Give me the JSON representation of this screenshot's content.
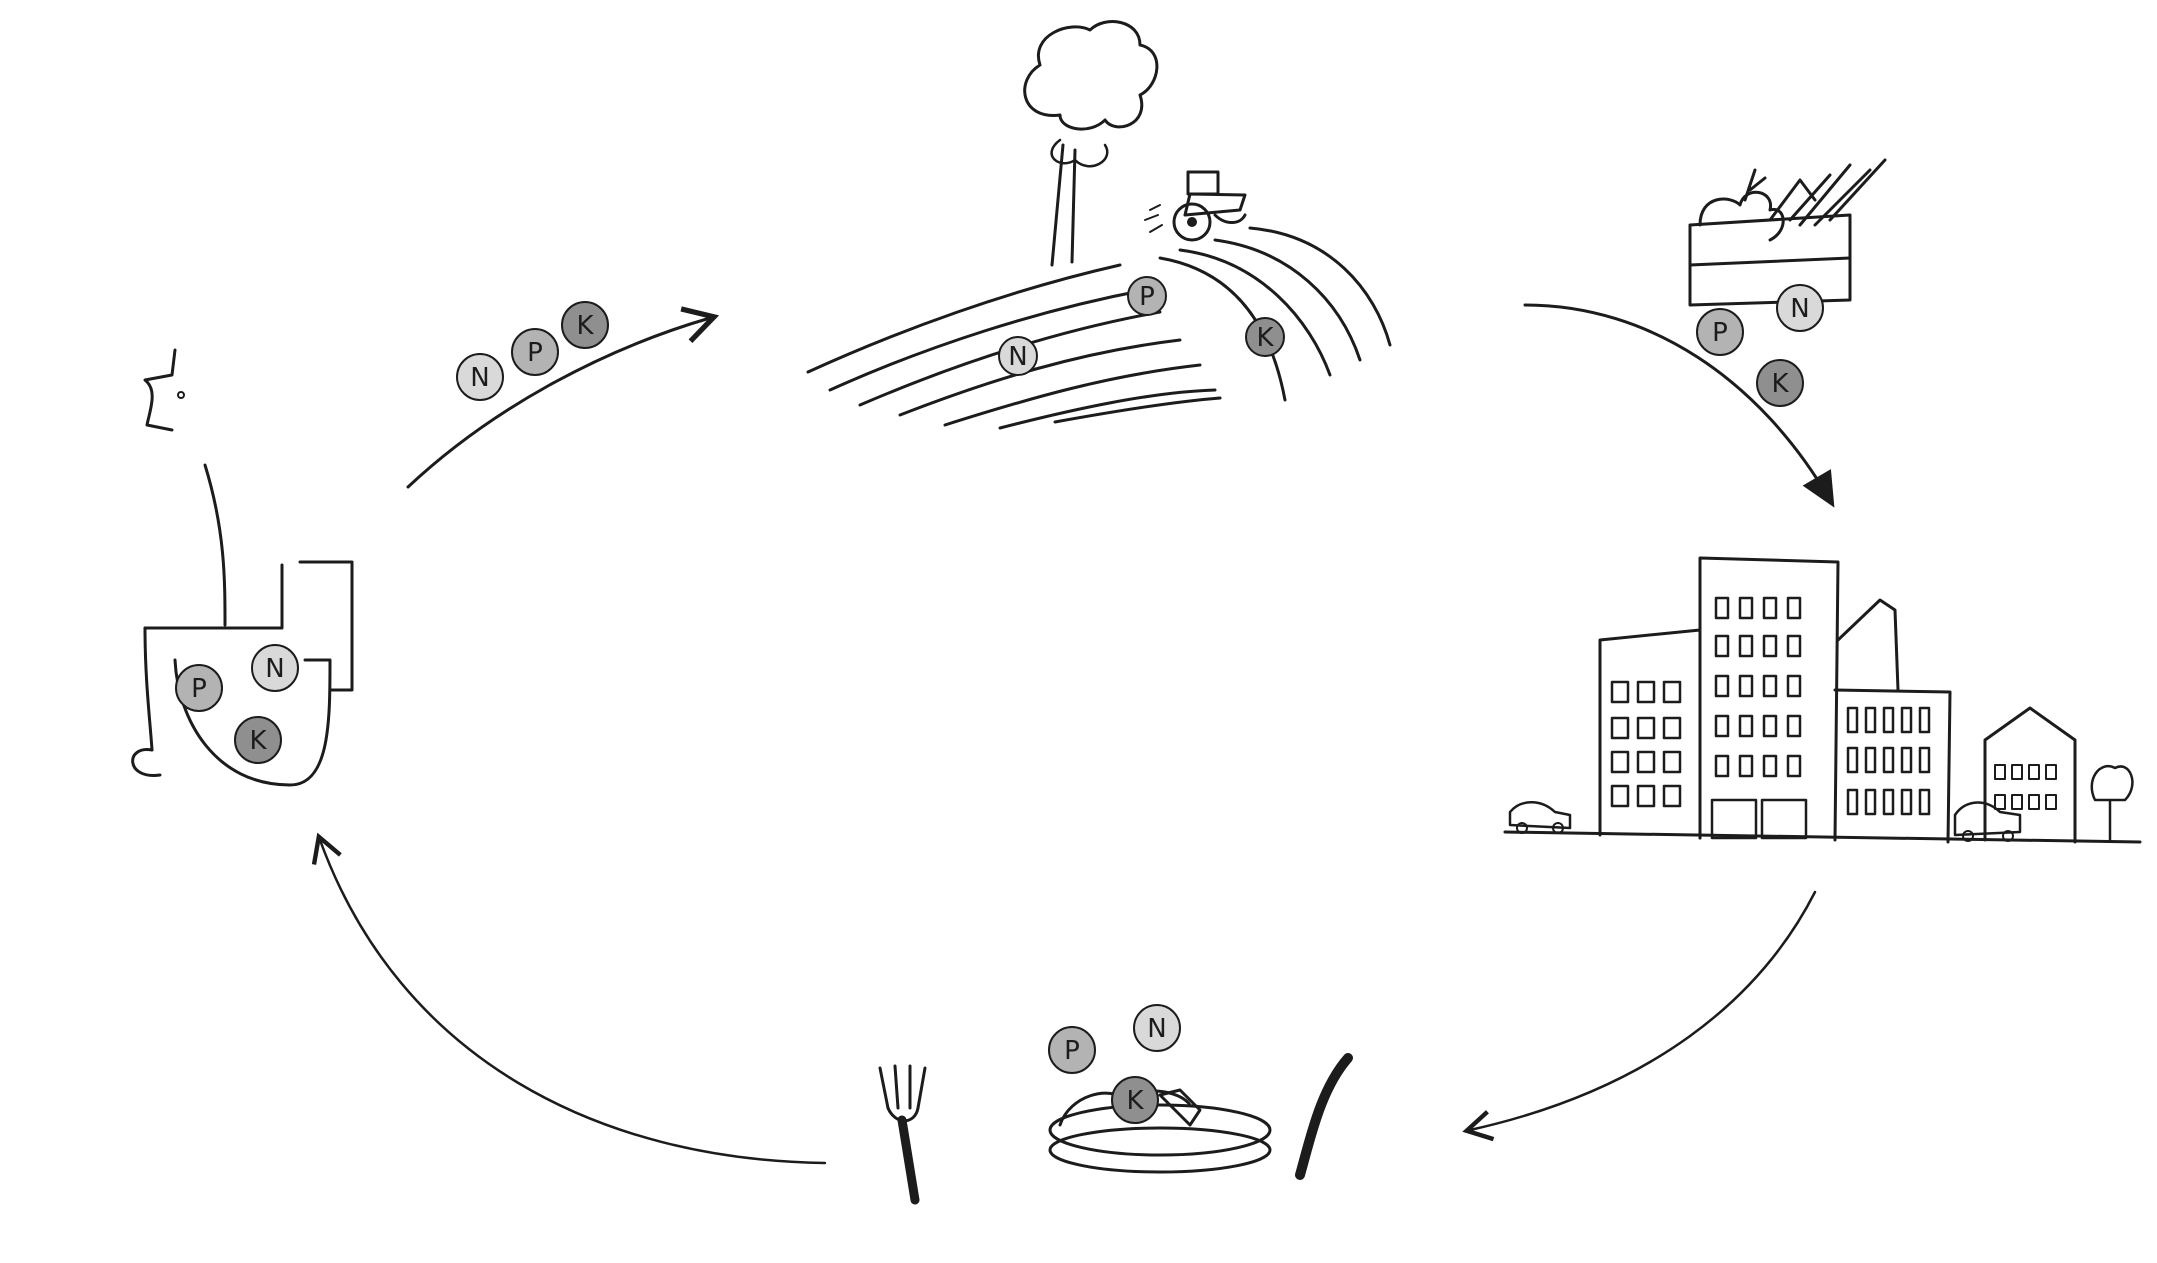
{
  "colors": {
    "ink": "#1c1c1c",
    "background": "#ffffff",
    "nutrient_light": "#d9d9d9",
    "nutrient_mid": "#b3b3b3",
    "nutrient_dark": "#8f8f8f"
  },
  "nodes": [
    {
      "id": "field",
      "icon": "farm-field-icon"
    },
    {
      "id": "harvest",
      "icon": "vegetable-crate-icon"
    },
    {
      "id": "city",
      "icon": "city-icon"
    },
    {
      "id": "meal",
      "icon": "meal-plate-icon"
    },
    {
      "id": "toilet",
      "icon": "toilet-icon"
    }
  ],
  "cycle_order": [
    "toilet",
    "field",
    "harvest",
    "city",
    "meal",
    "toilet"
  ],
  "nutrients": {
    "transfer_arrow": [
      "N",
      "P",
      "K"
    ],
    "field": [
      "P",
      "N",
      "K"
    ],
    "harvest": [
      "P",
      "N",
      "K"
    ],
    "meal": [
      "P",
      "N",
      "K"
    ],
    "toilet": [
      "P",
      "N",
      "K"
    ]
  }
}
